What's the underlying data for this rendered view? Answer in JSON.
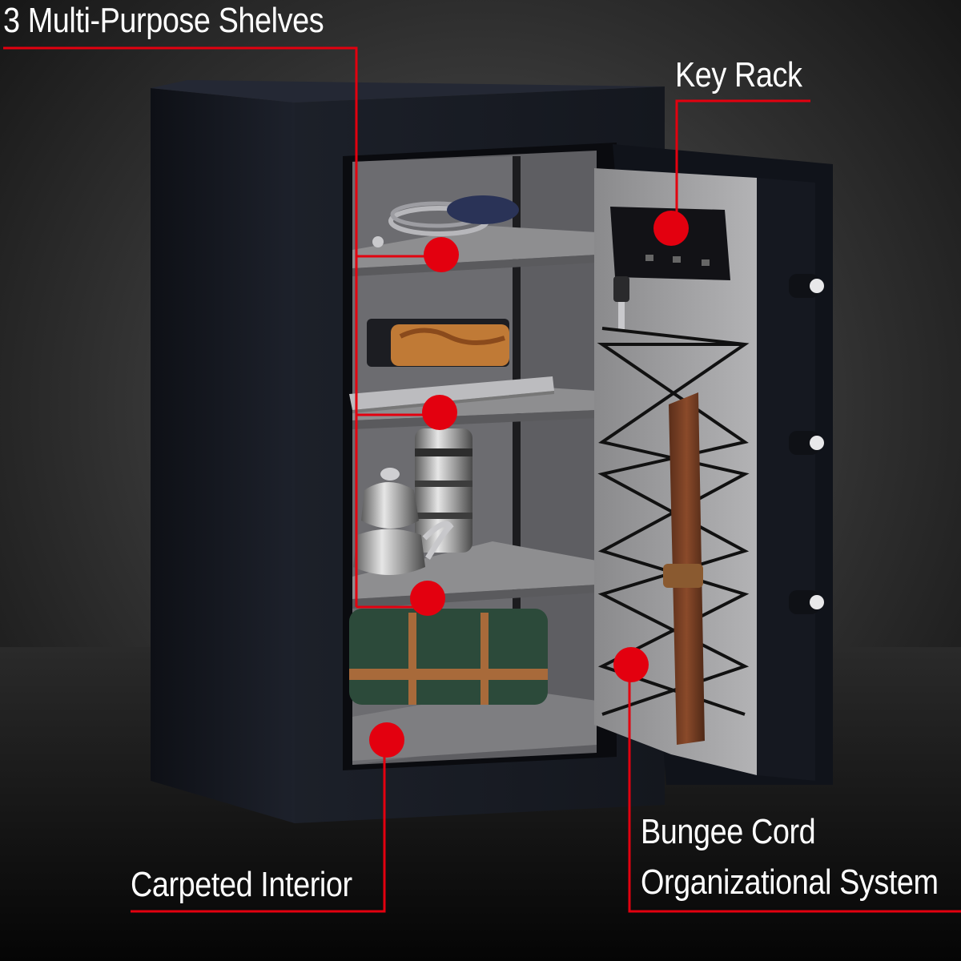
{
  "callouts": {
    "shelves": "3 Multi-Purpose Shelves",
    "key_rack": "Key Rack",
    "carpet": "Carpeted Interior",
    "bungee_line1": "Bungee Cord",
    "bungee_line2": "Organizational System"
  },
  "colors": {
    "accent": "#e3000f",
    "safe_body": "#181b24",
    "carpet": "#8e8e90",
    "background": "#1a1a1a"
  }
}
